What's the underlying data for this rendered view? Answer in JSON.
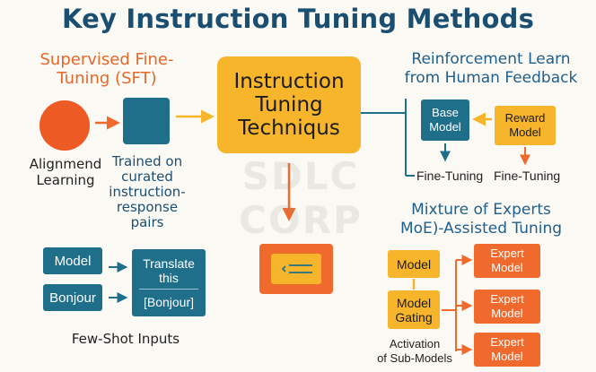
{
  "title": "Key Instruction Tuning Methods",
  "watermark": "SDLC CORP",
  "sft": {
    "title_line1": "Supervised Fine-",
    "title_line2": "Tuning (SFT)",
    "left_label_line1": "Alignmend",
    "left_label_line2": "Learning",
    "right_label_line1": "Trained on",
    "right_label_line2": "curated",
    "right_label_line3": "instruction-",
    "right_label_line4": "response",
    "right_label_line5": "pairs"
  },
  "center": {
    "line1": "Instruction",
    "line2": "Tuning",
    "line3": "Techniqus"
  },
  "rlhf": {
    "title_line1": "Reinforcement Learn",
    "title_line2": "from Human Feedback",
    "base_line1": "Base",
    "base_line2": "Model",
    "reward_line1": "Reward",
    "reward_line2": "Model",
    "finetune_left": "Fine-Tuning",
    "finetune_right": "Fine-Tuning"
  },
  "moe": {
    "title_line1": "Mixture of Experts",
    "title_line2": "MoE)-Assisted Tuning",
    "model": "Model",
    "gating_line1": "Model",
    "gating_line2": "Gating",
    "activation_line1": "Activation",
    "activation_line2": "of Sub-Models",
    "experts": [
      {
        "line1": "Expert",
        "line2": "Model"
      },
      {
        "line1": "Expert",
        "line2": "Model"
      },
      {
        "line1": "Expert",
        "line2": "Model"
      }
    ]
  },
  "fewshot": {
    "model": "Model",
    "bonjour": "Bonjour",
    "translate_line1": "Translate",
    "translate_line2": "this",
    "translate_line3": "[Bonjour]",
    "label": "Few-Shot Inputs"
  },
  "colors": {
    "navy": "#1b4f72",
    "teal": "#1f6f8b",
    "orange": "#ef6a2c",
    "amber": "#f6b52a",
    "title_orange": "#e4682a"
  }
}
